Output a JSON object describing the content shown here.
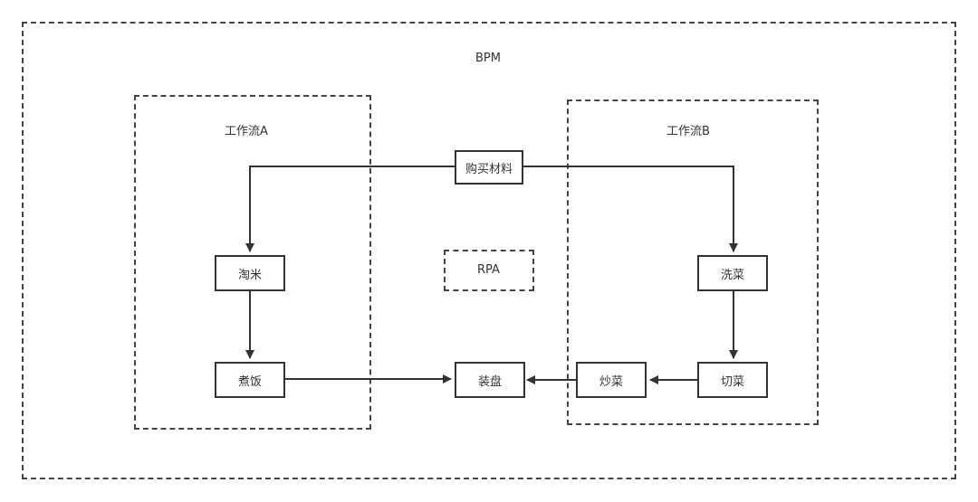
{
  "colors": {
    "stroke": "#333333",
    "background": "#ffffff"
  },
  "containers": {
    "bpm": "BPM",
    "workflow_a": "工作流A",
    "workflow_b": "工作流B",
    "rpa": "RPA"
  },
  "nodes": {
    "buy_materials": "购买材料",
    "wash_rice": "淘米",
    "cook_rice": "煮饭",
    "wash_veg": "洗菜",
    "cut_veg": "切菜",
    "stir_fry": "炒菜",
    "plate": "装盘"
  },
  "edges": [
    {
      "from": "buy_materials",
      "to": "wash_rice"
    },
    {
      "from": "buy_materials",
      "to": "wash_veg"
    },
    {
      "from": "wash_rice",
      "to": "cook_rice"
    },
    {
      "from": "wash_veg",
      "to": "cut_veg"
    },
    {
      "from": "cut_veg",
      "to": "stir_fry"
    },
    {
      "from": "stir_fry",
      "to": "plate"
    },
    {
      "from": "cook_rice",
      "to": "plate"
    }
  ]
}
